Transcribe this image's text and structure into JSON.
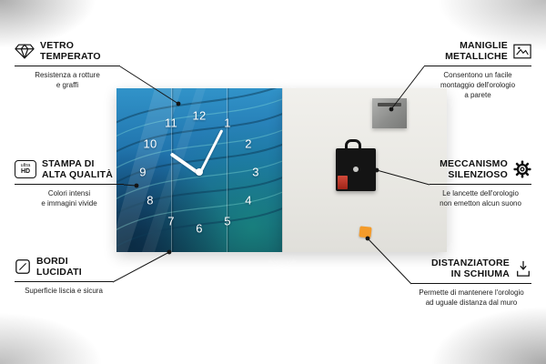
{
  "callouts": [
    {
      "id": "vetro-temperato",
      "icon": "diamond-icon",
      "title": "VETRO\nTEMPERATO",
      "desc": "Resistenza a rotture\ne graffi"
    },
    {
      "id": "stampa-alta-qualita",
      "icon": "ultra-hd-icon",
      "icon_top": "ultra",
      "icon_bottom": "HD",
      "title": "STAMPA DI\nALTA QUALITÀ",
      "desc": "Colori intensi\ne immagini vivide"
    },
    {
      "id": "bordi-lucidati",
      "icon": "polished-edge-icon",
      "title": "BORDI\nLUCIDATI",
      "desc": "Superficie liscia e sicura"
    },
    {
      "id": "maniglie-metalliche",
      "icon": "picture-frame-icon",
      "title": "MANIGLIE\nMETALLICHE",
      "desc": "Consentono un facile\nmontaggio dell'orologio\na parete"
    },
    {
      "id": "meccanismo-silenzioso",
      "icon": "gear-icon",
      "title": "MECCANISMO\nSILENZIOSO",
      "desc": "Le lancette dell'orologio\nnon emetton alcun suono"
    },
    {
      "id": "distanziatore-schiuma",
      "icon": "spacer-icon",
      "title": "DISTANZIATORE\nIN SCHIUMA",
      "desc": "Permette di mantenere l'orologio\nad uguale distanza dal muro"
    }
  ],
  "clock": {
    "numbers": [
      "12",
      "1",
      "2",
      "3",
      "4",
      "5",
      "6",
      "7",
      "8",
      "9",
      "10",
      "11"
    ]
  },
  "colors": {
    "clock_blue": "#1e76ae",
    "clock_teal": "#1a9678",
    "foam_orange": "#f49b2a",
    "mechanism_black": "#141414",
    "battery_red": "#c0392b",
    "line_black": "#141414",
    "back_panel": "#e8e7e2"
  }
}
